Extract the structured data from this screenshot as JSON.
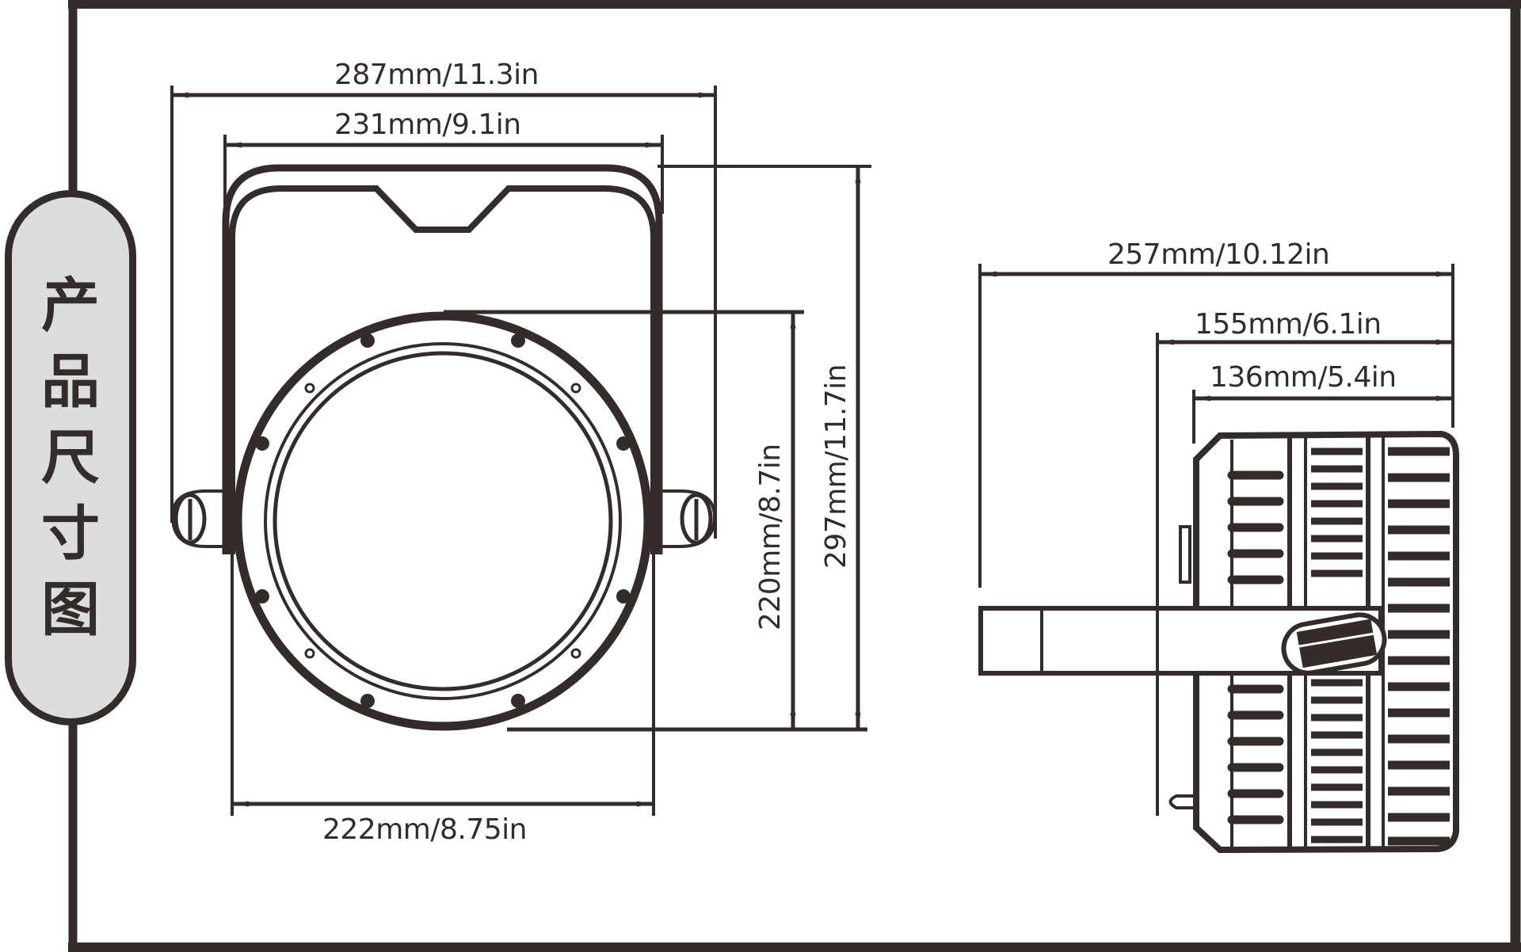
{
  "title_label": {
    "text": "产品尺寸图",
    "chars": [
      "产",
      "品",
      "尺",
      "寸",
      "图"
    ]
  },
  "front_view": {
    "dimensions": {
      "overall_width": "287mm/11.3in",
      "yoke_width": "231mm/9.1in",
      "body_width": "222mm/8.75in",
      "body_height": "220mm/8.7in",
      "overall_height": "297mm/11.7in"
    }
  },
  "side_view": {
    "dimensions": {
      "overall_depth": "257mm/10.12in",
      "body_depth": "155mm/6.1in",
      "housing_depth": "136mm/5.4in"
    }
  },
  "colors": {
    "line": "#332c2b",
    "label_fill": "#dcdddd",
    "background": "#ffffff"
  }
}
